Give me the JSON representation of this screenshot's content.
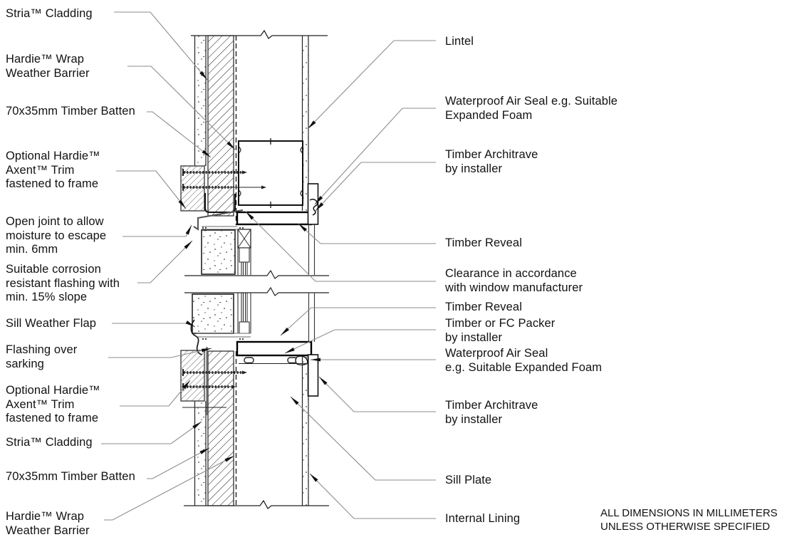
{
  "labels": {
    "left": [
      {
        "id": "stria-cladding-top",
        "text": "Stria™ Cladding"
      },
      {
        "id": "hardie-wrap-top",
        "text": "Hardie™ Wrap\nWeather Barrier"
      },
      {
        "id": "timber-batten-top",
        "text": "70x35mm Timber Batten"
      },
      {
        "id": "axent-trim-top",
        "text": "Optional Hardie™\nAxent™ Trim\nfastened to frame"
      },
      {
        "id": "open-joint",
        "text": "Open joint to allow\nmoisture to escape\nmin. 6mm"
      },
      {
        "id": "corrosion-flashing",
        "text": "Suitable corrosion\nresistant flashing with\nmin. 15% slope"
      },
      {
        "id": "sill-weather-flap",
        "text": "Sill Weather Flap"
      },
      {
        "id": "flashing-over-sarking",
        "text": "Flashing over\nsarking"
      },
      {
        "id": "axent-trim-bottom",
        "text": "Optional Hardie™\nAxent™ Trim\nfastened to frame"
      },
      {
        "id": "stria-cladding-bottom",
        "text": "Stria™ Cladding"
      },
      {
        "id": "timber-batten-bottom",
        "text": "70x35mm Timber Batten"
      },
      {
        "id": "hardie-wrap-bottom",
        "text": "Hardie™ Wrap\nWeather Barrier"
      }
    ],
    "right": [
      {
        "id": "lintel",
        "text": "Lintel"
      },
      {
        "id": "air-seal-head",
        "text": "Waterproof Air Seal e.g. Suitable\nExpanded Foam"
      },
      {
        "id": "architrave-head",
        "text": "Timber Architrave\nby installer"
      },
      {
        "id": "timber-reveal-head",
        "text": "Timber Reveal"
      },
      {
        "id": "clearance",
        "text": "Clearance in accordance\nwith window manufacturer"
      },
      {
        "id": "timber-reveal-sill",
        "text": "Timber Reveal"
      },
      {
        "id": "fc-packer",
        "text": "Timber or FC Packer\nby installer"
      },
      {
        "id": "air-seal-sill",
        "text": "Waterproof Air Seal\ne.g. Suitable Expanded Foam"
      },
      {
        "id": "architrave-sill",
        "text": "Timber Architrave\nby installer"
      },
      {
        "id": "sill-plate",
        "text": "Sill Plate"
      },
      {
        "id": "internal-lining",
        "text": "Internal Lining"
      }
    ]
  },
  "note": {
    "text": "ALL DIMENSIONS IN MILLIMETERS\nUNLESS OTHERWISE SPECIFIED"
  },
  "colors": {
    "background": "#ffffff",
    "line": "#1a1a1a",
    "leader": "#8c8c8c",
    "arrow": "#111111"
  }
}
